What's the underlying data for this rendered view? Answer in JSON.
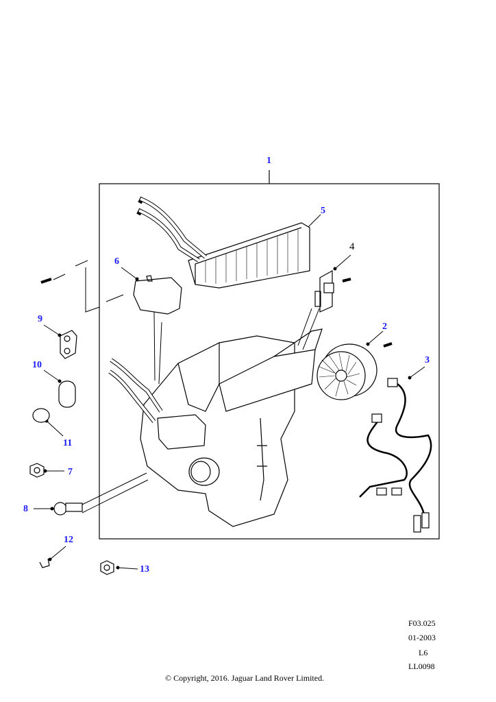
{
  "diagram": {
    "callouts": [
      {
        "num": "1",
        "linked": true
      },
      {
        "num": "2",
        "linked": true
      },
      {
        "num": "3",
        "linked": true
      },
      {
        "num": "4",
        "linked": false
      },
      {
        "num": "5",
        "linked": true
      },
      {
        "num": "6",
        "linked": true
      },
      {
        "num": "7",
        "linked": true
      },
      {
        "num": "8",
        "linked": true
      },
      {
        "num": "9",
        "linked": true
      },
      {
        "num": "10",
        "linked": true
      },
      {
        "num": "11",
        "linked": true
      },
      {
        "num": "12",
        "linked": true
      },
      {
        "num": "13",
        "linked": true
      }
    ],
    "link_color": "#1a1aff"
  },
  "footer": {
    "ref_code": "F03.025",
    "date": "01-2003",
    "model": "L6",
    "illustration_id": "LL0098",
    "copyright": "© Copyright, 2016. Jaguar Land Rover Limited."
  }
}
